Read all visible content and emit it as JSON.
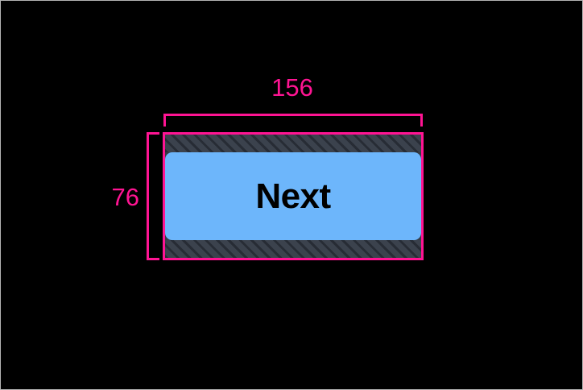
{
  "overlay": {
    "type": "element-dimension-inspector",
    "background_color": "#000000",
    "accent_color": "#ff1493"
  },
  "element": {
    "label": "Next",
    "surface_color": "#6db6fb",
    "padding_color": "#343b47",
    "text_color": "#000000",
    "highlight_border_color": "#ff1493"
  },
  "measurements": {
    "width": {
      "value": "156",
      "orientation": "horizontal"
    },
    "height": {
      "value": "76",
      "orientation": "vertical"
    }
  }
}
